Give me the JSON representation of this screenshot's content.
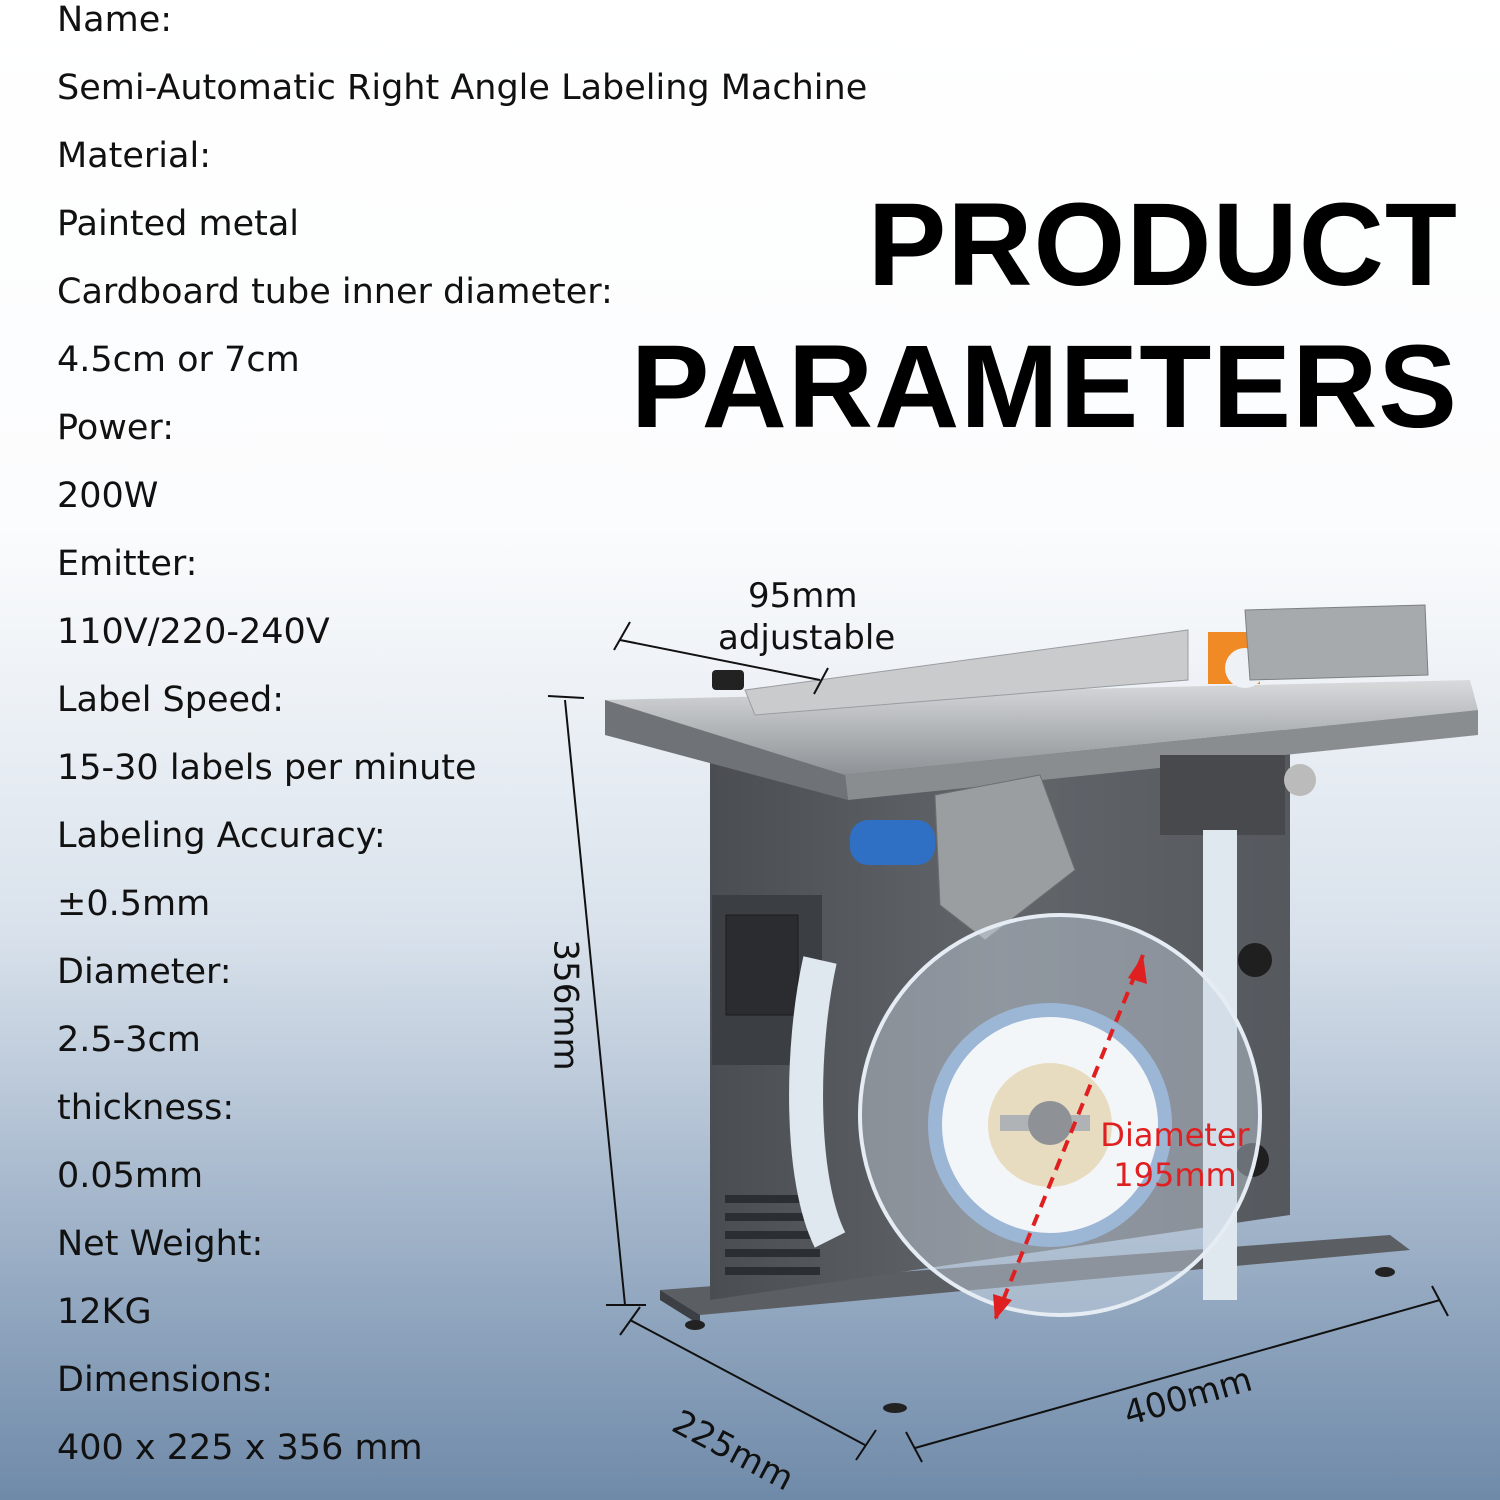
{
  "specs": [
    {
      "label": "Name:",
      "value": "Semi-Automatic Right Angle Labeling Machine"
    },
    {
      "label": "Material:",
      "value": "Painted metal"
    },
    {
      "label": "Cardboard tube inner diameter:",
      "value": "4.5cm or 7cm"
    },
    {
      "label": "Power:",
      "value": "200W"
    },
    {
      "label": "Emitter:",
      "value": "110V/220-240V"
    },
    {
      "label": "Label Speed:",
      "value": "15-30 labels per minute"
    },
    {
      "label": "Labeling Accuracy:",
      "value": "±0.5mm"
    },
    {
      "label": "Diameter:",
      "value": "2.5-3cm"
    },
    {
      "label": "thickness:",
      "value": "0.05mm"
    },
    {
      "label": "Net Weight:",
      "value": "12KG"
    },
    {
      "label": "Dimensions:",
      "value": "400 x 225 x 356 mm"
    }
  ],
  "heading": {
    "line1": "PRODUCT",
    "line2": "PARAMETERS"
  },
  "dimensions": {
    "top_width": "95mm",
    "top_width_note": "adjustable",
    "height": "356mm",
    "depth": "225mm",
    "length": "400mm",
    "roll_diameter_label": "Diameter",
    "roll_diameter_value": "195mm"
  },
  "colors": {
    "accent_red": "#e02020",
    "machine_body": "#5a5d62",
    "steel": "#b9bcbf",
    "orange_block": "#f08a24"
  }
}
